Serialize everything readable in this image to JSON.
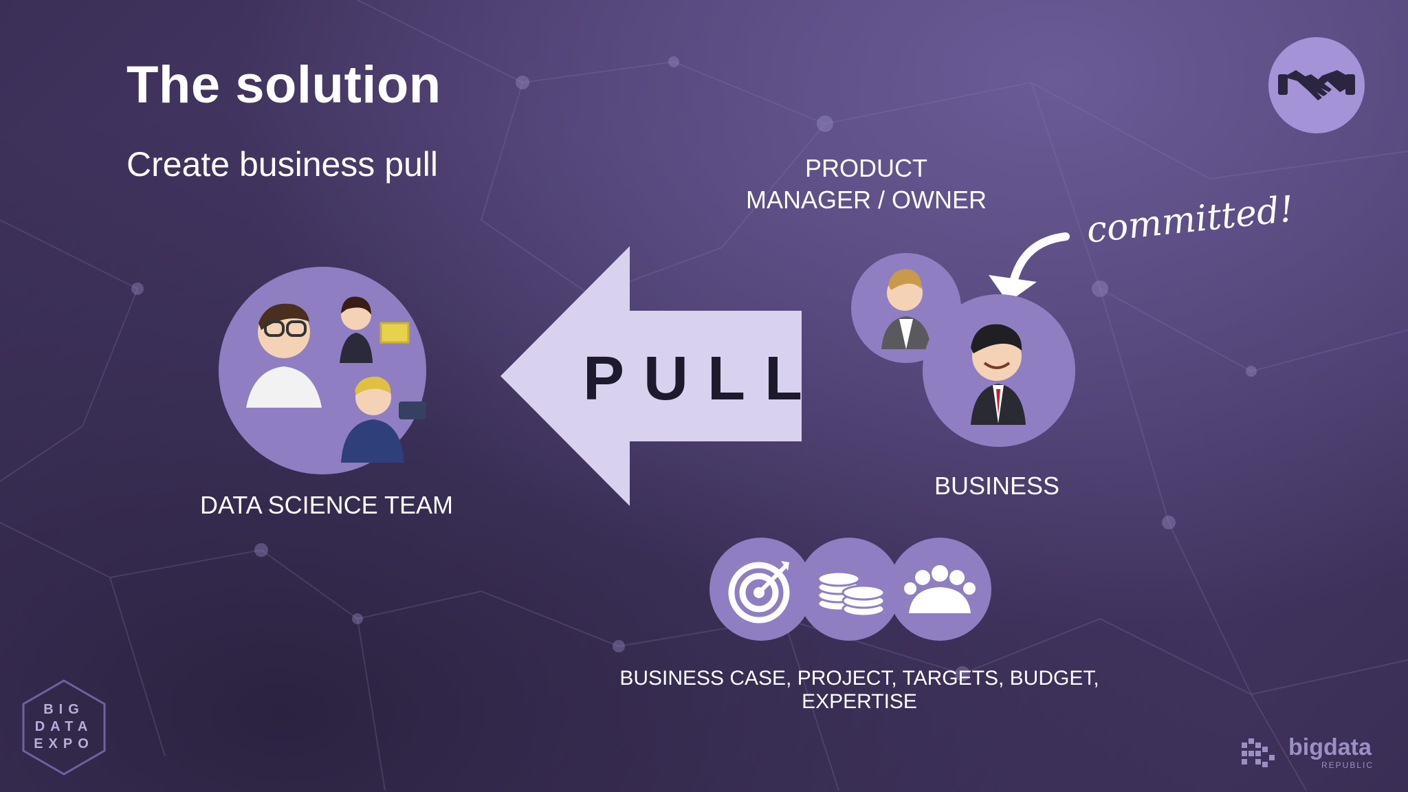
{
  "slide": {
    "title": "The solution",
    "subtitle": "Create business pull"
  },
  "labels": {
    "product_manager_line1": "PRODUCT",
    "product_manager_line2": "MANAGER / OWNER",
    "committed": "committed!",
    "pull": "PULL",
    "data_science_team": "DATA SCIENCE TEAM",
    "business": "BUSINESS",
    "bottom_list": "BUSINESS CASE, PROJECT, TARGETS, BUDGET, EXPERTISE"
  },
  "logos": {
    "left_line1": "BIG",
    "left_line2": "DATA",
    "left_line3": "EXPO",
    "right_main": "bigdata",
    "right_sub": "REPUBLIC"
  },
  "colors": {
    "circle_fill": "#8f7fc2",
    "arrow_fill": "#d9d2ef",
    "text": "#ffffff"
  },
  "icons": [
    "handshake-icon",
    "target-icon",
    "coins-icon",
    "team-icon"
  ]
}
